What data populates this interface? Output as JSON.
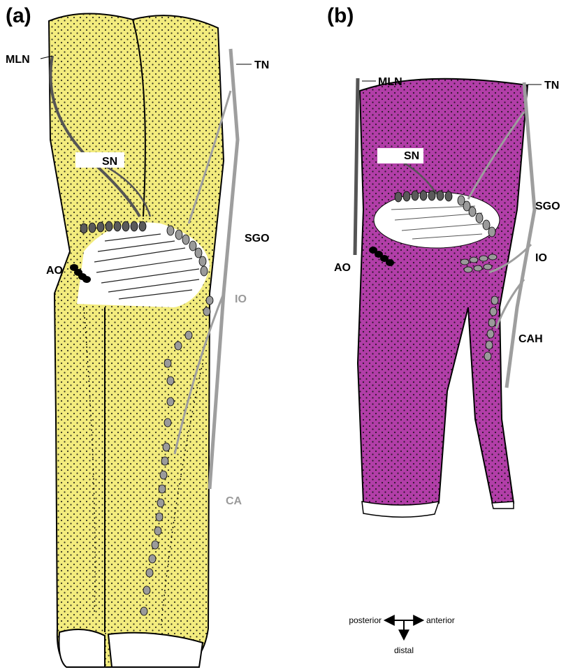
{
  "panels": [
    {
      "id": "a",
      "label": "(a)",
      "fill_color": "#f3ec7e"
    },
    {
      "id": "b",
      "label": "(b)",
      "fill_color": "#b23ea8"
    }
  ],
  "labels_a": {
    "mln": "MLN",
    "sn": "SN",
    "tn": "TN",
    "sgo": "SGO",
    "ao": "AO",
    "io": "IO",
    "ca": "CA"
  },
  "labels_b": {
    "mln": "MLN",
    "sn": "SN",
    "tn": "TN",
    "sgo": "SGO",
    "ao": "AO",
    "io": "IO",
    "cah": "CAH"
  },
  "orientation": {
    "posterior": "posterior",
    "anterior": "anterior",
    "distal": "distal"
  },
  "colors": {
    "nerve_dark": "#555555",
    "nerve_light": "#9e9e9e",
    "organ_dark": "#5a5a5a",
    "organ_light": "#9a9a9a",
    "organ_black": "#000000",
    "label_grey": "#9a9a9a"
  }
}
